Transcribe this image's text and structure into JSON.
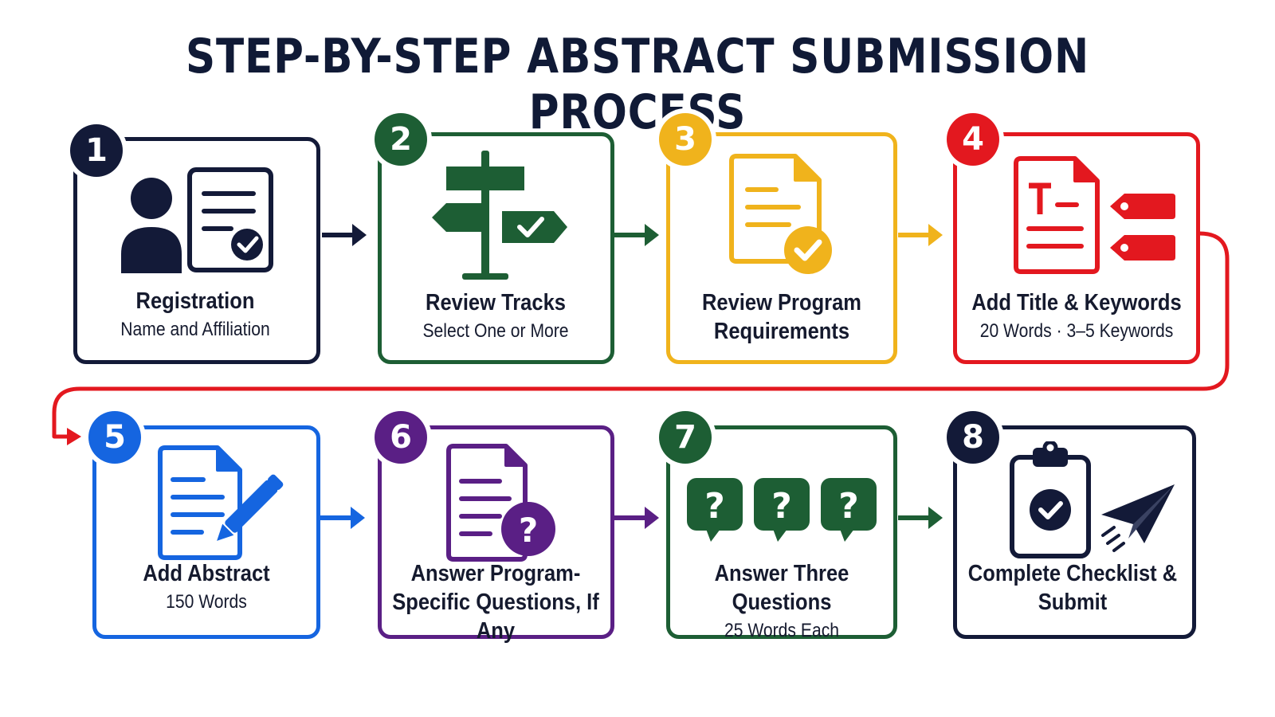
{
  "title": "STEP-BY-STEP ABSTRACT SUBMISSION PROCESS",
  "steps": [
    {
      "number": "1",
      "title": "Registration",
      "subtitle": "Name and Affiliation",
      "color": "#131a38",
      "icons": [
        "person-icon",
        "document-check-icon"
      ]
    },
    {
      "number": "2",
      "title": "Review Tracks",
      "subtitle": "Select One or More",
      "color": "#1d5e34",
      "icons": [
        "signpost-icon"
      ]
    },
    {
      "number": "3",
      "title": "Review Program Requirements",
      "subtitle": "",
      "color": "#f0b31c",
      "icons": [
        "document-check-icon"
      ]
    },
    {
      "number": "4",
      "title": "Add Title & Keywords",
      "subtitle": "20 Words · 3–5 Keywords",
      "color": "#e3181f",
      "icons": [
        "document-title-icon",
        "tag-icon"
      ]
    },
    {
      "number": "5",
      "title": "Add Abstract",
      "subtitle": "150 Words",
      "color": "#1565e0",
      "icons": [
        "document-pen-icon"
      ]
    },
    {
      "number": "6",
      "title": "Answer Program-Specific Questions, If Any",
      "subtitle": "",
      "color": "#5a1f85",
      "icons": [
        "document-question-icon"
      ]
    },
    {
      "number": "7",
      "title": "Answer Three Questions",
      "subtitle": "25 Words Each",
      "color": "#1d5e34",
      "icons": [
        "question-bubble-icon"
      ]
    },
    {
      "number": "8",
      "title": "Complete Checklist & Submit",
      "subtitle": "",
      "color": "#131a38",
      "icons": [
        "clipboard-check-icon",
        "paper-plane-icon"
      ]
    }
  ],
  "colors": {
    "connector": "#e3181f",
    "title": "#101a36"
  }
}
